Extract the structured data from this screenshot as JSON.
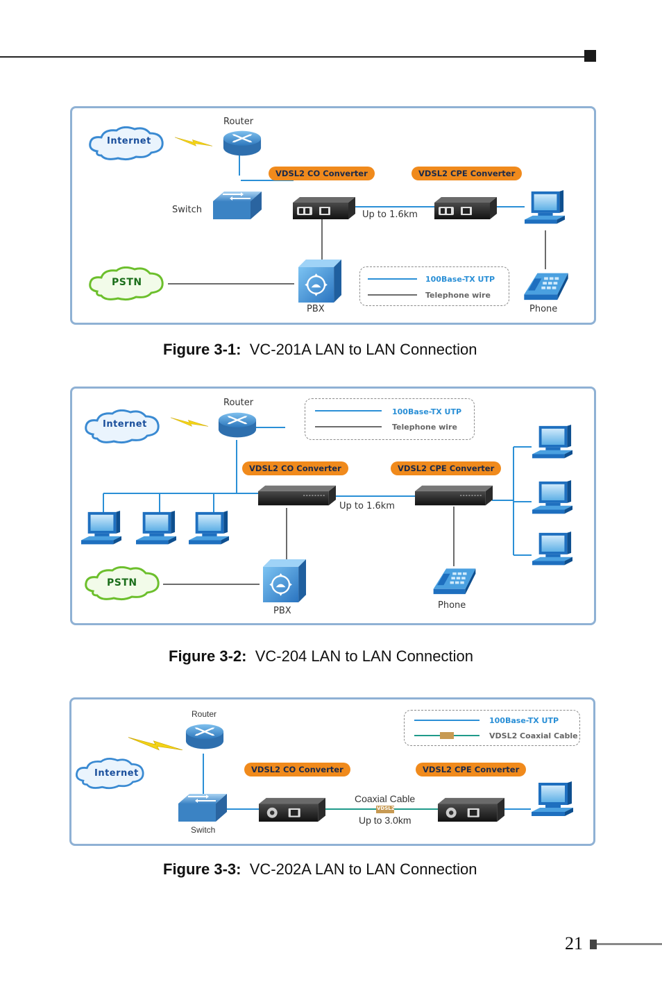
{
  "page_number": "21",
  "legend": {
    "utp": "100Base-TX UTP",
    "phone_wire": "Telephone wire",
    "coax": "VDSL2 Coaxial Cable",
    "coax_tag": "VDSL2"
  },
  "clouds": {
    "internet": "Internet",
    "pstn": "PSTN"
  },
  "fig1": {
    "caption_num": "Figure 3-1:",
    "caption_text": "VC-201A LAN to LAN Connection",
    "router": "Router",
    "switch": "Switch",
    "pbx": "PBX",
    "phone": "Phone",
    "co": "VDSL2 CO Converter",
    "cpe": "VDSL2 CPE Converter",
    "distance": "Up to 1.6km"
  },
  "fig2": {
    "caption_num": "Figure 3-2:",
    "caption_text": "VC-204 LAN to LAN Connection",
    "router": "Router",
    "pbx": "PBX",
    "phone": "Phone",
    "co": "VDSL2 CO Converter",
    "cpe": "VDSL2 CPE Converter",
    "distance": "Up to 1.6km"
  },
  "fig3": {
    "caption_num": "Figure 3-3:",
    "caption_text": "VC-202A LAN to LAN Connection",
    "router": "Router",
    "switch": "Switch",
    "co": "VDSL2 CO Converter",
    "cpe": "VDSL2 CPE Converter",
    "cable": "Coaxial Cable",
    "distance": "Up to 3.0km"
  },
  "colors": {
    "utp_line": "#2a8fd6",
    "phone_line": "#6b6b6b",
    "coax_line": "#1f9a8a",
    "label_pill": "#f08a1c",
    "frame": "#8fb1d4"
  }
}
